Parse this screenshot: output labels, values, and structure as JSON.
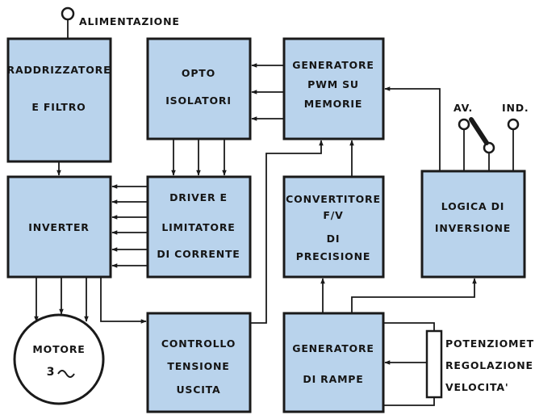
{
  "colors": {
    "block_fill": "#b9d3ec",
    "line": "#1a1a1a",
    "background": "#ffffff"
  },
  "supply": {
    "label": "ALIMENTAZIONE"
  },
  "blocks": {
    "raddrizzatore": {
      "line1": "RADDRIZZATORE",
      "line2": "E   FILTRO"
    },
    "opto": {
      "line1": "OPTO",
      "line2": "ISOLATORI"
    },
    "pwm": {
      "line1": "GENERATORE",
      "line2": "PWM   SU",
      "line3": "MEMORIE"
    },
    "inverter": {
      "line1": "INVERTER"
    },
    "driver": {
      "line1": "DRIVER   E",
      "line2": "LIMITATORE",
      "line3": "DI CORRENTE"
    },
    "convertitore": {
      "line1": "CONVERTITORE",
      "line2": "F/V",
      "line3": "DI",
      "line4": "PRECISIONE"
    },
    "logica": {
      "line1": "LOGICA DI",
      "line2": "INVERSIONE"
    },
    "controllo": {
      "line1": "CONTROLLO",
      "line2": "TENSIONE",
      "line3": "USCITA"
    },
    "rampe": {
      "line1": "GENERATORE",
      "line2": "DI   RAMPE"
    }
  },
  "motor": {
    "line1": "MOTORE",
    "line2": "3"
  },
  "switch": {
    "av_label": "AV.",
    "ind_label": "IND."
  },
  "potentiometer": {
    "line1": "POTENZIOMETRO",
    "line2": "REGOLAZIONE",
    "line3": "VELOCITA'"
  }
}
